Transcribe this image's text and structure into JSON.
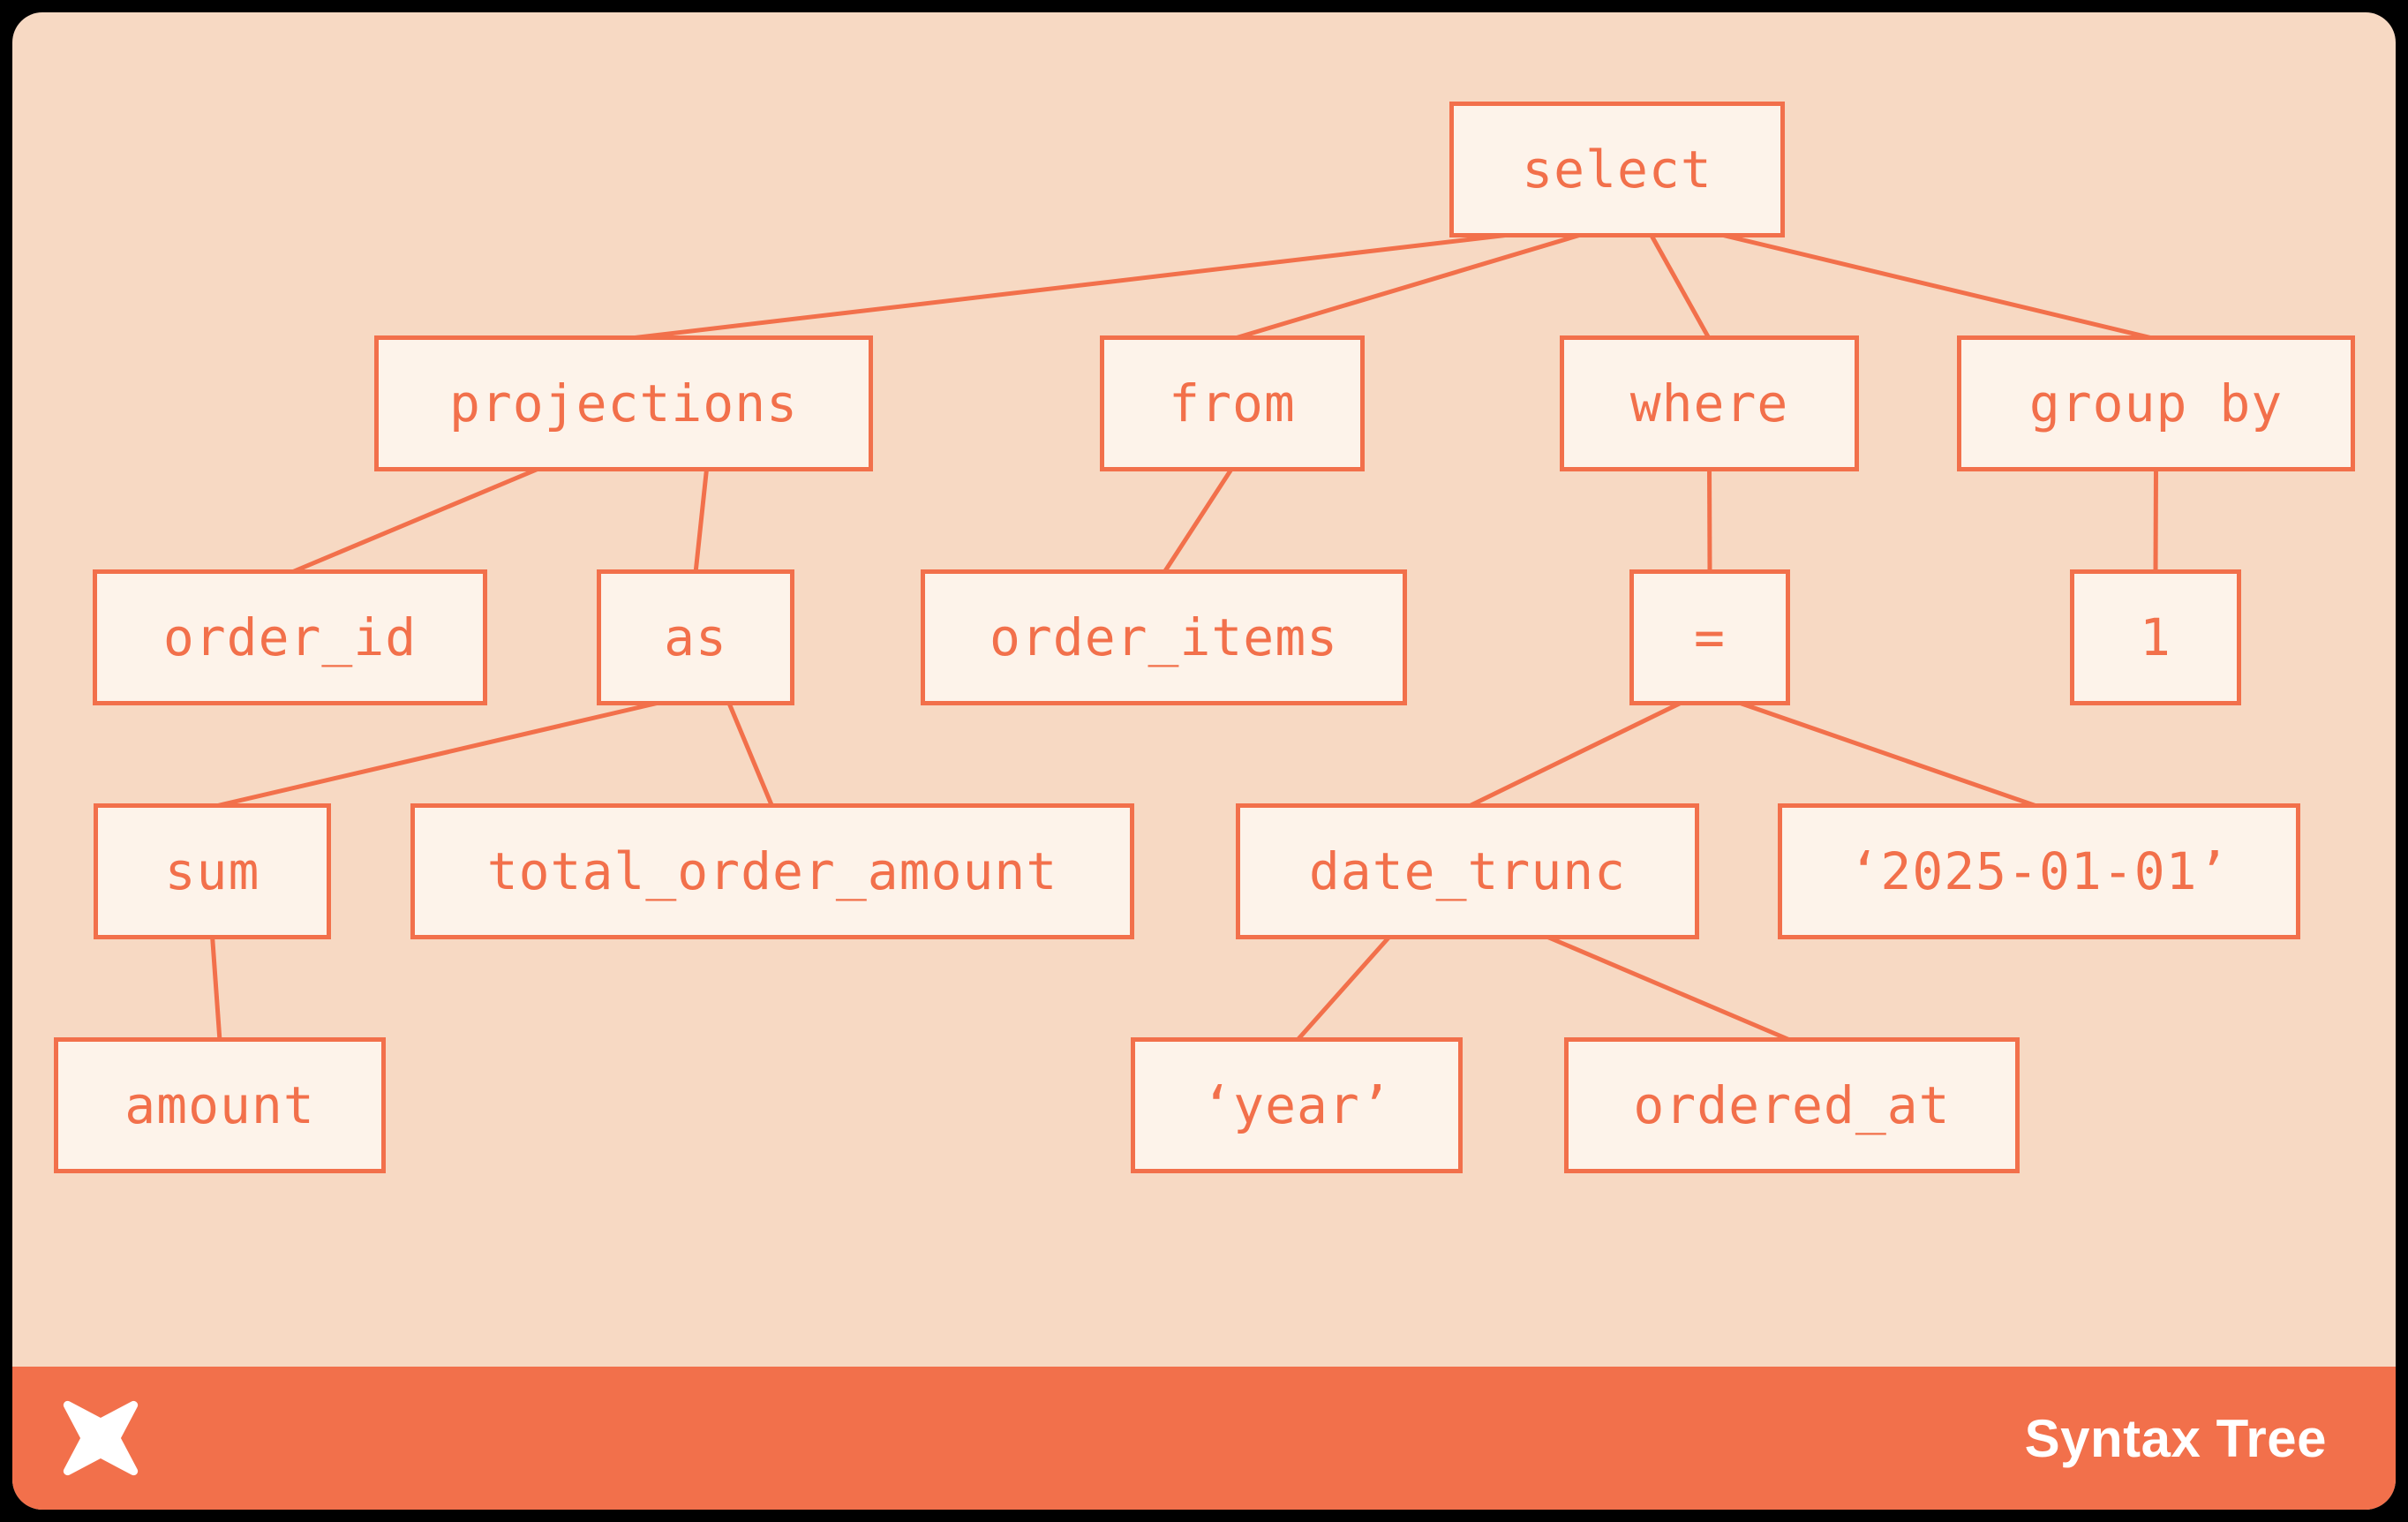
{
  "footer": {
    "title": "Syntax Tree"
  },
  "colors": {
    "frame": "#000000",
    "canvas": "#f7d9c3",
    "accent": "#f2704b",
    "node_fill": "#fdf3ea",
    "footer_bg": "#f2704b",
    "footer_text": "#ffffff"
  },
  "tree": {
    "description": "SQL abstract syntax tree",
    "nodes": [
      {
        "id": "select",
        "label": "select"
      },
      {
        "id": "projections",
        "label": "projections"
      },
      {
        "id": "from",
        "label": "from"
      },
      {
        "id": "where",
        "label": "where"
      },
      {
        "id": "group-by",
        "label": "group by"
      },
      {
        "id": "order_id",
        "label": "order_id"
      },
      {
        "id": "as",
        "label": "as"
      },
      {
        "id": "order_items",
        "label": "order_items"
      },
      {
        "id": "eq",
        "label": "="
      },
      {
        "id": "one",
        "label": "1"
      },
      {
        "id": "sum",
        "label": "sum"
      },
      {
        "id": "total_order_amount",
        "label": "total_order_amount"
      },
      {
        "id": "date_trunc",
        "label": "date_trunc"
      },
      {
        "id": "date-literal",
        "label": "‘2025-01-01’"
      },
      {
        "id": "amount",
        "label": "amount"
      },
      {
        "id": "year-literal",
        "label": "‘year’"
      },
      {
        "id": "ordered_at",
        "label": "ordered_at"
      }
    ],
    "edges": [
      [
        "select",
        "projections"
      ],
      [
        "select",
        "from"
      ],
      [
        "select",
        "where"
      ],
      [
        "select",
        "group-by"
      ],
      [
        "projections",
        "order_id"
      ],
      [
        "projections",
        "as"
      ],
      [
        "from",
        "order_items"
      ],
      [
        "where",
        "eq"
      ],
      [
        "group-by",
        "one"
      ],
      [
        "as",
        "sum"
      ],
      [
        "as",
        "total_order_amount"
      ],
      [
        "eq",
        "date_trunc"
      ],
      [
        "eq",
        "date-literal"
      ],
      [
        "sum",
        "amount"
      ],
      [
        "date_trunc",
        "year-literal"
      ],
      [
        "date_trunc",
        "ordered_at"
      ]
    ]
  }
}
